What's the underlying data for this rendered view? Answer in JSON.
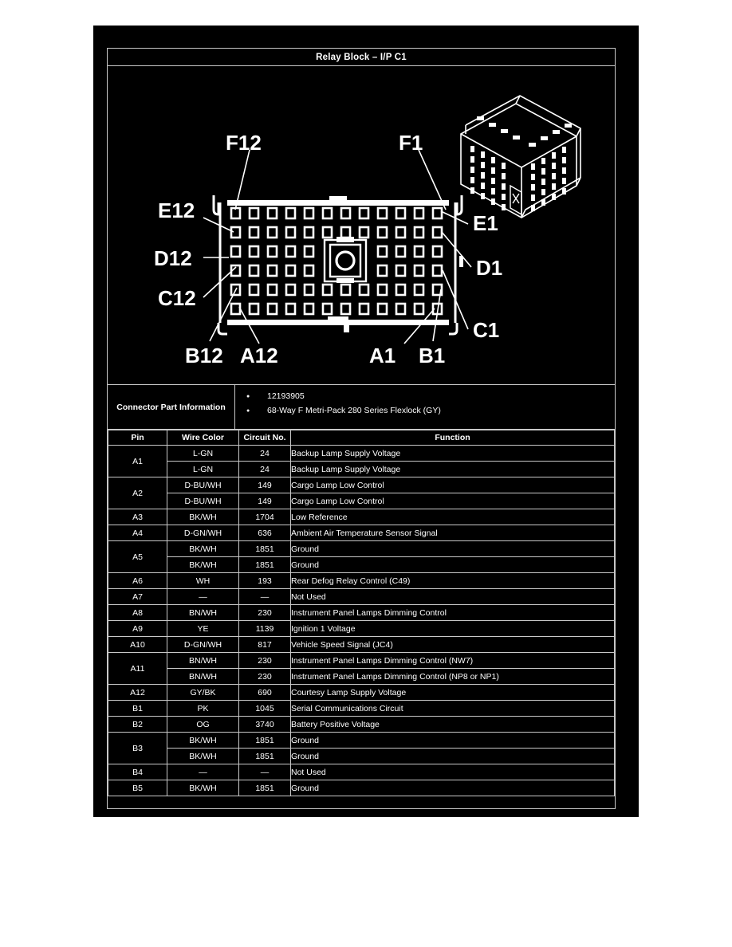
{
  "document": {
    "title": "Relay Block – I/P C1"
  },
  "diagram": {
    "name": "connector-face-view",
    "callouts": [
      {
        "id": "F12",
        "label": "F12"
      },
      {
        "id": "F1",
        "label": "F1"
      },
      {
        "id": "E12",
        "label": "E12"
      },
      {
        "id": "E1",
        "label": "E1"
      },
      {
        "id": "D12",
        "label": "D12"
      },
      {
        "id": "D1",
        "label": "D1"
      },
      {
        "id": "C12",
        "label": "C12"
      },
      {
        "id": "C1",
        "label": "C1"
      },
      {
        "id": "B12",
        "label": "B12"
      },
      {
        "id": "B1",
        "label": "B1"
      },
      {
        "id": "A12",
        "label": "A12"
      },
      {
        "id": "A1",
        "label": "A1"
      }
    ],
    "grid": {
      "rows": 6,
      "columns": 12
    }
  },
  "connector_part_information": {
    "label": "Connector Part Information",
    "items": [
      "12193905",
      "68-Way F Metri-Pack 280 Series Flexlock (GY)"
    ]
  },
  "pin_table": {
    "headers": [
      "Pin",
      "Wire Color",
      "Circuit No.",
      "Function"
    ],
    "rows": [
      {
        "pin": "A1",
        "span": 2,
        "lines": [
          {
            "wire": "L-GN",
            "circuit": "24",
            "function": "Backup Lamp Supply Voltage"
          },
          {
            "wire": "L-GN",
            "circuit": "24",
            "function": "Backup Lamp Supply Voltage"
          }
        ]
      },
      {
        "pin": "A2",
        "span": 2,
        "lines": [
          {
            "wire": "D-BU/WH",
            "circuit": "149",
            "function": "Cargo Lamp Low Control"
          },
          {
            "wire": "D-BU/WH",
            "circuit": "149",
            "function": "Cargo Lamp Low Control"
          }
        ]
      },
      {
        "pin": "A3",
        "span": 1,
        "lines": [
          {
            "wire": "BK/WH",
            "circuit": "1704",
            "function": "Low Reference"
          }
        ]
      },
      {
        "pin": "A4",
        "span": 1,
        "lines": [
          {
            "wire": "D-GN/WH",
            "circuit": "636",
            "function": "Ambient Air Temperature Sensor Signal"
          }
        ]
      },
      {
        "pin": "A5",
        "span": 2,
        "lines": [
          {
            "wire": "BK/WH",
            "circuit": "1851",
            "function": "Ground"
          },
          {
            "wire": "BK/WH",
            "circuit": "1851",
            "function": "Ground"
          }
        ]
      },
      {
        "pin": "A6",
        "span": 1,
        "lines": [
          {
            "wire": "WH",
            "circuit": "193",
            "function": "Rear Defog Relay Control (C49)"
          }
        ]
      },
      {
        "pin": "A7",
        "span": 1,
        "lines": [
          {
            "wire": "—",
            "circuit": "—",
            "function": "Not Used"
          }
        ]
      },
      {
        "pin": "A8",
        "span": 1,
        "lines": [
          {
            "wire": "BN/WH",
            "circuit": "230",
            "function": "Instrument Panel Lamps Dimming Control"
          }
        ]
      },
      {
        "pin": "A9",
        "span": 1,
        "lines": [
          {
            "wire": "YE",
            "circuit": "1139",
            "function": "Ignition 1 Voltage"
          }
        ]
      },
      {
        "pin": "A10",
        "span": 1,
        "lines": [
          {
            "wire": "D-GN/WH",
            "circuit": "817",
            "function": "Vehicle Speed Signal (JC4)"
          }
        ]
      },
      {
        "pin": "A11",
        "span": 2,
        "lines": [
          {
            "wire": "BN/WH",
            "circuit": "230",
            "function": "Instrument Panel Lamps Dimming Control (NW7)"
          },
          {
            "wire": "BN/WH",
            "circuit": "230",
            "function": "Instrument Panel Lamps Dimming Control (NP8 or NP1)"
          }
        ]
      },
      {
        "pin": "A12",
        "span": 1,
        "lines": [
          {
            "wire": "GY/BK",
            "circuit": "690",
            "function": "Courtesy Lamp Supply Voltage"
          }
        ]
      },
      {
        "pin": "B1",
        "span": 1,
        "lines": [
          {
            "wire": "PK",
            "circuit": "1045",
            "function": "Serial Communications Circuit"
          }
        ]
      },
      {
        "pin": "B2",
        "span": 1,
        "lines": [
          {
            "wire": "OG",
            "circuit": "3740",
            "function": "Battery Positive Voltage"
          }
        ]
      },
      {
        "pin": "B3",
        "span": 2,
        "lines": [
          {
            "wire": "BK/WH",
            "circuit": "1851",
            "function": "Ground"
          },
          {
            "wire": "BK/WH",
            "circuit": "1851",
            "function": "Ground"
          }
        ]
      },
      {
        "pin": "B4",
        "span": 1,
        "lines": [
          {
            "wire": "—",
            "circuit": "—",
            "function": "Not Used"
          }
        ]
      },
      {
        "pin": "B5",
        "span": 1,
        "lines": [
          {
            "wire": "BK/WH",
            "circuit": "1851",
            "function": "Ground"
          }
        ]
      }
    ]
  }
}
